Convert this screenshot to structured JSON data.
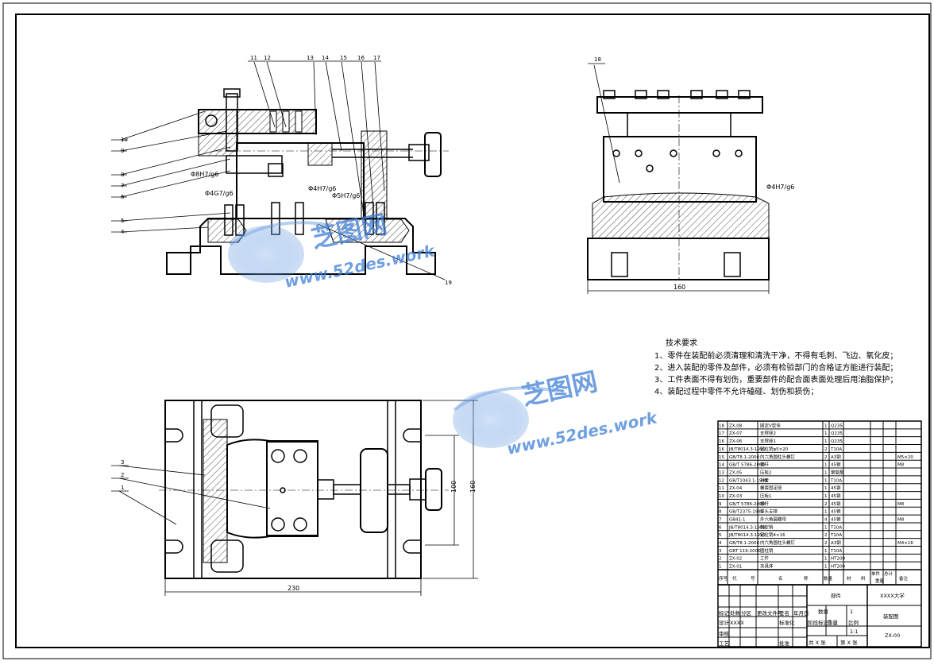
{
  "views": {
    "front": {
      "balloons": [
        "11",
        "12",
        "13",
        "14",
        "15",
        "16",
        "17",
        "10",
        "9",
        "8",
        "7",
        "6",
        "5",
        "4",
        "19"
      ],
      "fits": [
        "Φ8H7/g6",
        "Φ4G7/g6",
        "Φ4H7/g6",
        "Φ5H7/g6"
      ]
    },
    "side": {
      "balloons": [
        "18"
      ],
      "fits": [
        "Φ4H7/g6"
      ],
      "dim_width": "160"
    },
    "top": {
      "balloons": [
        "3",
        "2",
        "1"
      ],
      "dim_width": "230",
      "dim_height_inner": "100",
      "dim_height_outer": "160"
    }
  },
  "tech_requirements": {
    "title": "技术要求",
    "items": [
      "1、零件在装配前必须清理和清洗干净，不得有毛刺、飞边、氧化皮；",
      "2、进入装配的零件及部件，必须有检验部门的合格证方能进行装配；",
      "3、工件表面不得有划伤，重要部件的配合面表面处理后用油脂保护；",
      "4、装配过程中零件不允许磕碰、划伤和损伤；"
    ]
  },
  "watermark": {
    "brand": "芝图网",
    "domain": "www.52des.work"
  },
  "bom": {
    "rows": [
      [
        "18",
        "ZX-08",
        "固定V型块",
        "1",
        "Q235",
        ""
      ],
      [
        "17",
        "ZX-07",
        "支撑座2",
        "1",
        "Q235",
        ""
      ],
      [
        "16",
        "ZX-06",
        "支撑座1",
        "1",
        "Q235",
        ""
      ],
      [
        "16",
        "JB/T8014.3-1999",
        "定位销φ5×20",
        "2",
        "T10A",
        ""
      ],
      [
        "15",
        "GB/T8.1-2000",
        "内六角圆柱头螺钉",
        "2",
        "A3钢",
        "M5×20"
      ],
      [
        "14",
        "GB/T 5786-2000",
        "螺杆",
        "1",
        "45钢",
        "M8"
      ],
      [
        "13",
        "ZX-05",
        "压板2",
        "1",
        "聚氨酯",
        ""
      ],
      [
        "12",
        "GB/T1043.1-1999",
        "衬套",
        "1",
        "T10A",
        ""
      ],
      [
        "11",
        "ZX-04",
        "螺套固定座",
        "1",
        "45钢",
        ""
      ],
      [
        "10",
        "ZX-03",
        "压板1",
        "1",
        "45钢",
        ""
      ],
      [
        "9",
        "GB/T 5786-2000",
        "螺杆",
        "2",
        "45钢",
        "M8"
      ],
      [
        "8",
        "GB/T2375-1991",
        "球头支撑",
        "1",
        "45钢",
        ""
      ],
      [
        "7",
        "GB41-1",
        "外六角圆螺母",
        "4",
        "45钢",
        "M8"
      ],
      [
        "6",
        "JB/T8014.3-1999",
        "侧定销",
        "1",
        "T10A",
        ""
      ],
      [
        "5",
        "JB/T8014.3-1999",
        "定位销4×16",
        "2",
        "T10A",
        ""
      ],
      [
        "4",
        "GB/T8.1-2000",
        "内六角圆柱头螺钉",
        "2",
        "A3钢",
        "M4×16"
      ],
      [
        "3",
        "GBT 119-2000",
        "圆柱销",
        "1",
        "T10A",
        ""
      ],
      [
        "2",
        "ZX-02",
        "工件",
        "1",
        "HT200",
        ""
      ],
      [
        "1",
        "ZX-01",
        "夹具体",
        "1",
        "HT200",
        ""
      ]
    ],
    "header": [
      "序号",
      "代",
      "号",
      "名",
      "称",
      "数量",
      "材",
      "料",
      "单件",
      "总计",
      "重量",
      "备注"
    ]
  },
  "title_block": {
    "part_label": "部件",
    "school": "XXXX大学",
    "qty_label": "数量",
    "qty_value": "1",
    "drawing_name": "装配图",
    "stage_label": "阶段标记",
    "weight_label": "重量",
    "scale_label": "比例",
    "scale_value": "1:1",
    "drawing_no": "ZX-00",
    "sheets": "共 X 张",
    "sheet_no": "第 X 张",
    "rev_labels": [
      "标记",
      "处数",
      "分区",
      "更改文件号",
      "签名",
      "年月日"
    ],
    "role_labels": [
      "设计",
      "审核",
      "工艺",
      "批准"
    ],
    "designer": "XXXX",
    "std_label": "标准化"
  }
}
